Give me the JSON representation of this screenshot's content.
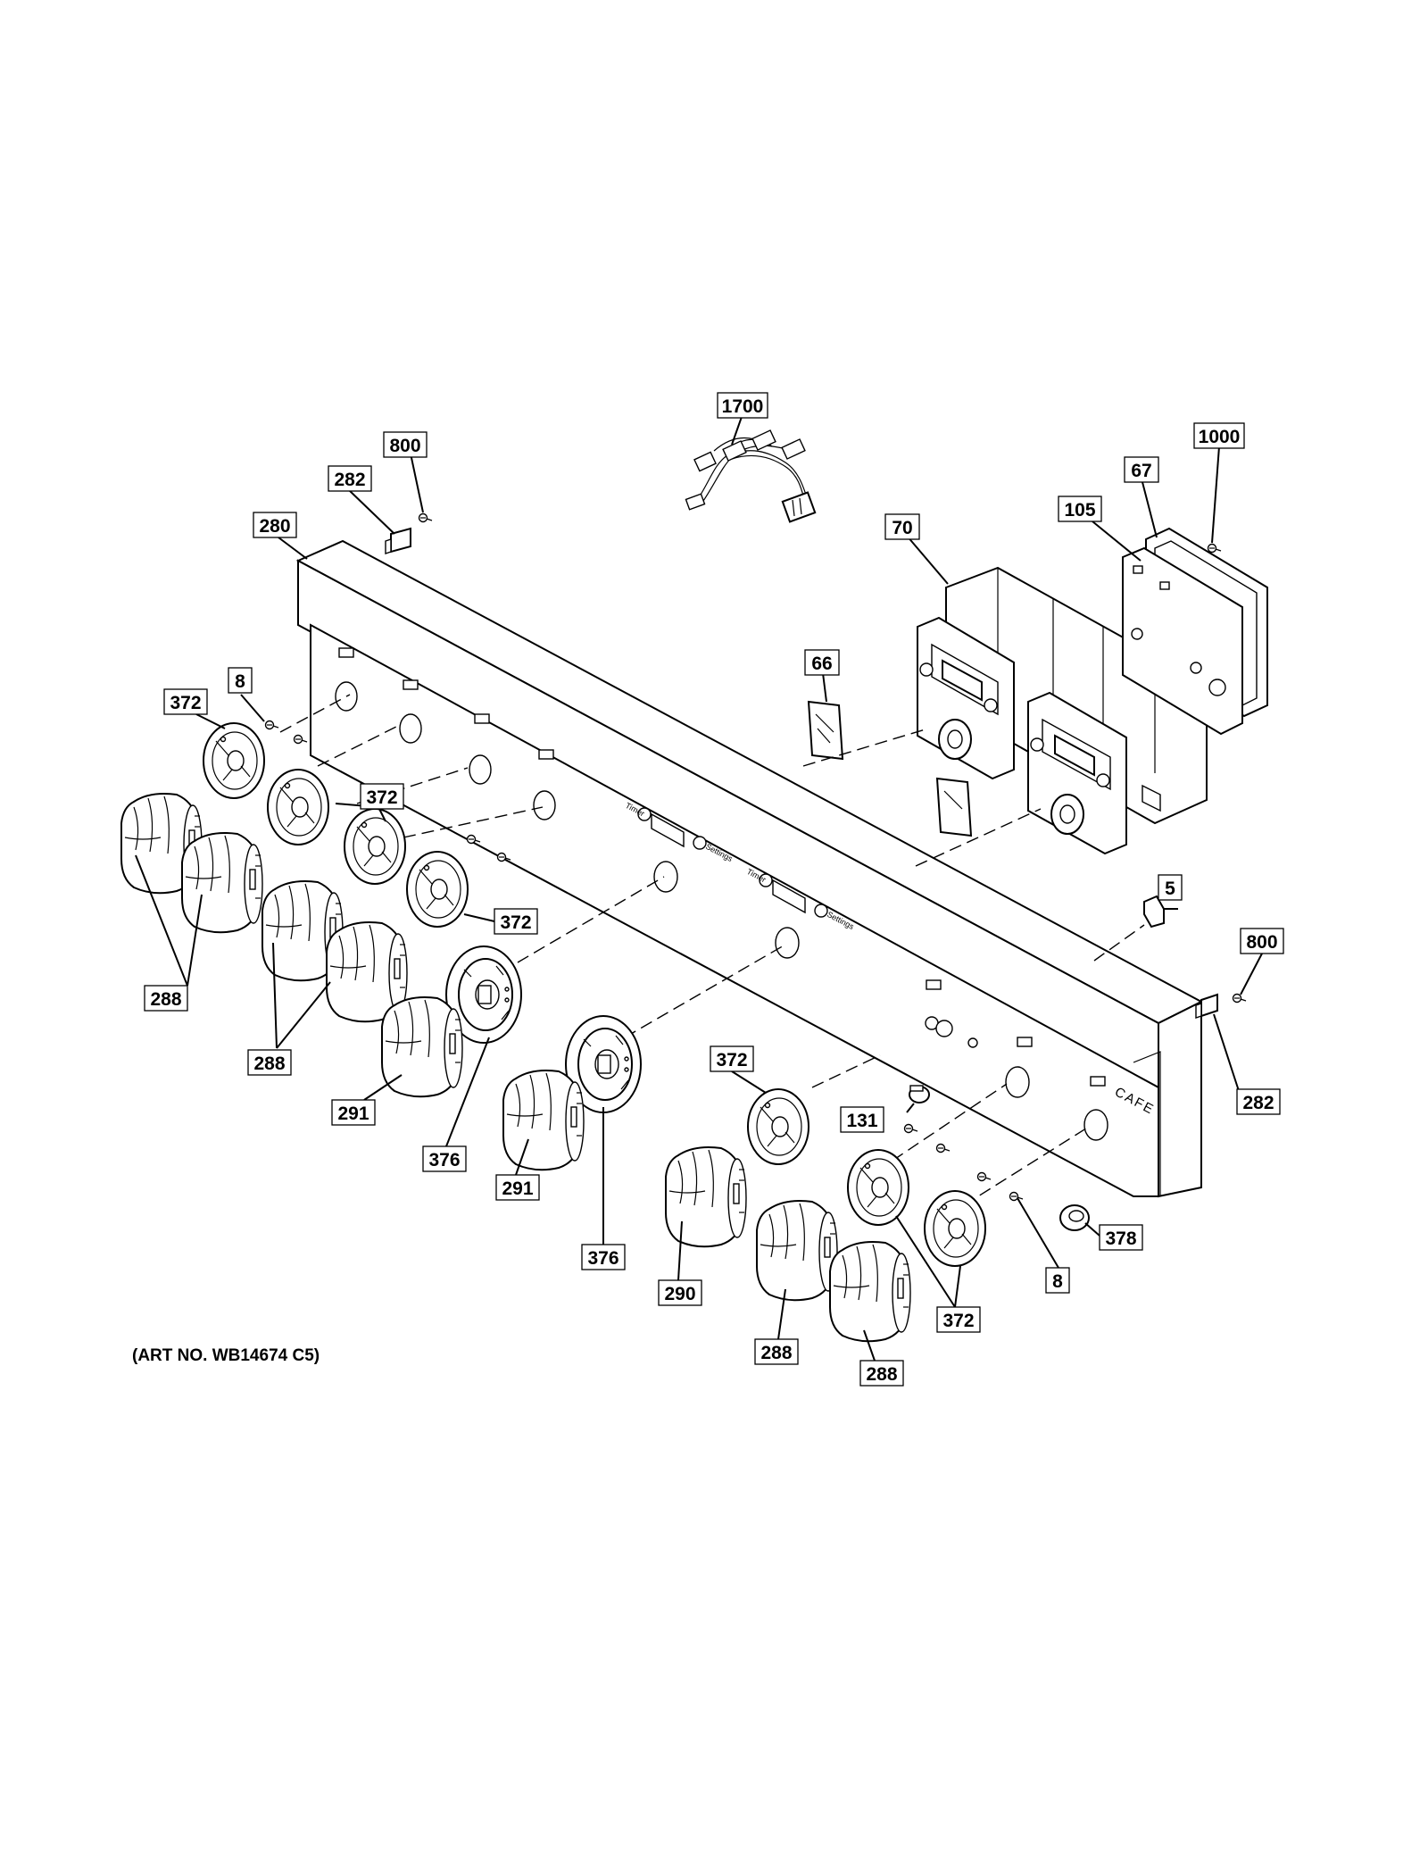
{
  "art_number": "(ART NO. WB14674 C5)",
  "brand_mark": "CAFE",
  "panel_small_text": [
    "Timer",
    "Settings"
  ],
  "callouts": [
    {
      "id": "c1700",
      "text": "1700"
    },
    {
      "id": "c800a",
      "text": "800"
    },
    {
      "id": "c282a",
      "text": "282"
    },
    {
      "id": "c280",
      "text": "280"
    },
    {
      "id": "c1000",
      "text": "1000"
    },
    {
      "id": "c67",
      "text": "67"
    },
    {
      "id": "c105",
      "text": "105"
    },
    {
      "id": "c70",
      "text": "70"
    },
    {
      "id": "c66",
      "text": "66"
    },
    {
      "id": "c8a",
      "text": "8"
    },
    {
      "id": "c372a",
      "text": "372"
    },
    {
      "id": "c372b",
      "text": "372"
    },
    {
      "id": "c372c",
      "text": "372"
    },
    {
      "id": "c288a",
      "text": "288"
    },
    {
      "id": "c288b",
      "text": "288"
    },
    {
      "id": "c291a",
      "text": "291"
    },
    {
      "id": "c376a",
      "text": "376"
    },
    {
      "id": "c291b",
      "text": "291"
    },
    {
      "id": "c376b",
      "text": "376"
    },
    {
      "id": "c372d",
      "text": "372"
    },
    {
      "id": "c131",
      "text": "131"
    },
    {
      "id": "c290",
      "text": "290"
    },
    {
      "id": "c5",
      "text": "5"
    },
    {
      "id": "c800b",
      "text": "800"
    },
    {
      "id": "c282b",
      "text": "282"
    },
    {
      "id": "c378",
      "text": "378"
    },
    {
      "id": "c8b",
      "text": "8"
    },
    {
      "id": "c288c",
      "text": "288"
    },
    {
      "id": "c288d",
      "text": "288"
    },
    {
      "id": "c372e",
      "text": "372"
    }
  ]
}
